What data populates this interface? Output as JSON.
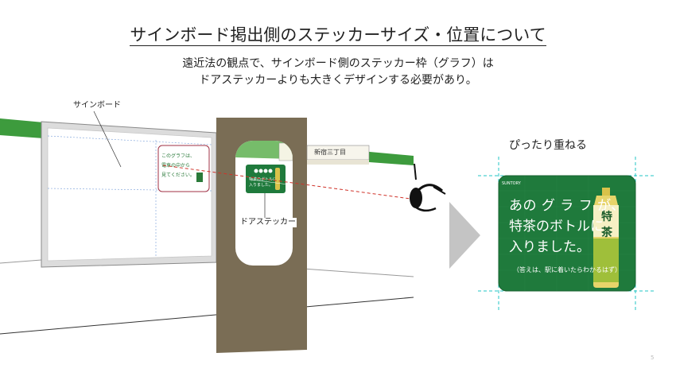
{
  "title": "サインボード掲出側のステッカーサイズ・位置について",
  "subtitle": {
    "line1": "遠近法の観点で、サインボード側のステッカー枠（グラフ）は",
    "line2": "ドアステッカーよりも大きくデザインする必要があり。"
  },
  "labels": {
    "signboard": "サインボード",
    "door_sticker": "ドアステッカー",
    "overlap": "ぴったり重ねる"
  },
  "signboard_window": {
    "destination": "新宿三丁目"
  },
  "sticker": {
    "brand": "SUNTORY",
    "line1": "あの グ ラ フ が、",
    "line2": "特茶のボトルに",
    "line3": "入りました。",
    "note": "（答えは、駅に着いたらわかるはず）",
    "bottle_label": "特茶"
  },
  "page_number": "5",
  "colors": {
    "green_band": "#3a9a3a",
    "door": "#7a6d55",
    "sticker_green": "#1f7a3c",
    "cyan_guide": "#22c4c4",
    "red_dash": "#d0332a"
  }
}
